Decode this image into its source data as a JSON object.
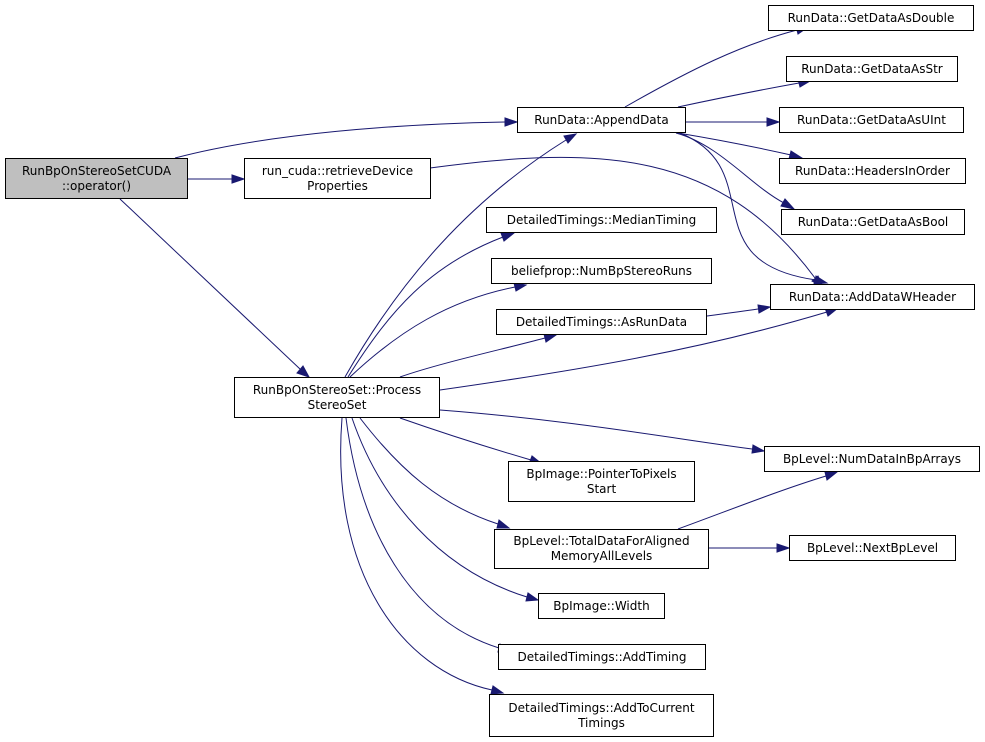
{
  "nodes": {
    "root": [
      "RunBpOnStereoSetCUDA",
      "::operator()"
    ],
    "retrieve": [
      "run_cuda::retrieveDevice",
      "Properties"
    ],
    "process": [
      "RunBpOnStereoSet::Process",
      "StereoSet"
    ],
    "append": [
      "RunData::AppendData"
    ],
    "getDouble": [
      "RunData::GetDataAsDouble"
    ],
    "getStr": [
      "RunData::GetDataAsStr"
    ],
    "getUInt": [
      "RunData::GetDataAsUInt"
    ],
    "headers": [
      "RunData::HeadersInOrder"
    ],
    "getBool": [
      "RunData::GetDataAsBool"
    ],
    "addHeader": [
      "RunData::AddDataWHeader"
    ],
    "median": [
      "DetailedTimings::MedianTiming"
    ],
    "numRuns": [
      "beliefprop::NumBpStereoRuns"
    ],
    "asRunData": [
      "DetailedTimings::AsRunData"
    ],
    "numDataInArrays": [
      "BpLevel::NumDataInBpArrays"
    ],
    "pointerToPixels": [
      "BpImage::PointerToPixels",
      "Start"
    ],
    "totalData": [
      "BpLevel::TotalDataForAligned",
      "MemoryAllLevels"
    ],
    "nextLevel": [
      "BpLevel::NextBpLevel"
    ],
    "width": [
      "BpImage::Width"
    ],
    "addTiming": [
      "DetailedTimings::AddTiming"
    ],
    "addToCurrent": [
      "DetailedTimings::AddToCurrent",
      "Timings"
    ]
  },
  "colors": {
    "edge": "#191970",
    "root_fill": "#bfbfbf",
    "node_fill": "#ffffff"
  },
  "edges": [
    [
      "root",
      "append"
    ],
    [
      "root",
      "retrieve"
    ],
    [
      "root",
      "process"
    ],
    [
      "retrieve",
      "addHeader"
    ],
    [
      "append",
      "getDouble"
    ],
    [
      "append",
      "getStr"
    ],
    [
      "append",
      "getUInt"
    ],
    [
      "append",
      "headers"
    ],
    [
      "append",
      "getBool"
    ],
    [
      "append",
      "addHeader"
    ],
    [
      "process",
      "append"
    ],
    [
      "process",
      "median"
    ],
    [
      "process",
      "numRuns"
    ],
    [
      "process",
      "asRunData"
    ],
    [
      "process",
      "addHeader"
    ],
    [
      "process",
      "numDataInArrays"
    ],
    [
      "process",
      "pointerToPixels"
    ],
    [
      "process",
      "totalData"
    ],
    [
      "process",
      "width"
    ],
    [
      "process",
      "addTiming"
    ],
    [
      "process",
      "addToCurrent"
    ],
    [
      "asRunData",
      "addHeader"
    ],
    [
      "totalData",
      "numDataInArrays"
    ],
    [
      "totalData",
      "nextLevel"
    ]
  ]
}
